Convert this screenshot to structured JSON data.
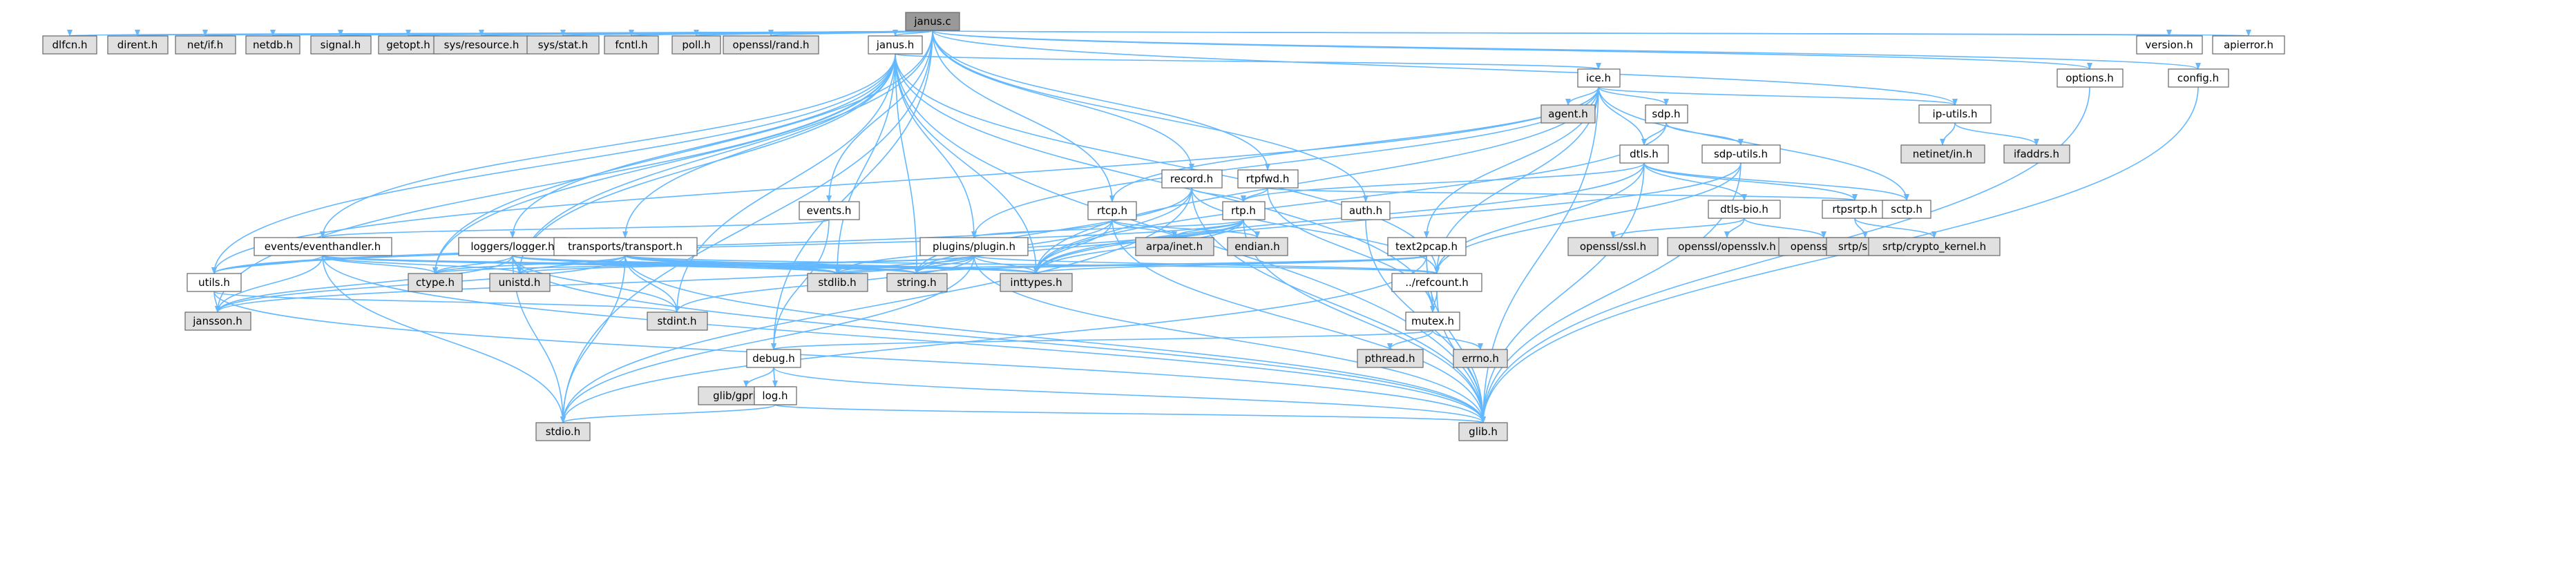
{
  "colors": {
    "edge": "#63b8ff",
    "root_fill": "#999999",
    "system_fill": "#e0e0e0",
    "local_fill": "#ffffff",
    "border": "#666666"
  },
  "nodes": [
    {
      "id": "janus_c",
      "label": "janus.c",
      "kind": "root"
    },
    {
      "id": "dlfcn_h",
      "label": "dlfcn.h",
      "kind": "system"
    },
    {
      "id": "dirent_h",
      "label": "dirent.h",
      "kind": "system"
    },
    {
      "id": "net_if_h",
      "label": "net/if.h",
      "kind": "system"
    },
    {
      "id": "netdb_h",
      "label": "netdb.h",
      "kind": "system"
    },
    {
      "id": "signal_h",
      "label": "signal.h",
      "kind": "system"
    },
    {
      "id": "getopt_h",
      "label": "getopt.h",
      "kind": "system"
    },
    {
      "id": "sys_resource_h",
      "label": "sys/resource.h",
      "kind": "system"
    },
    {
      "id": "sys_stat_h",
      "label": "sys/stat.h",
      "kind": "system"
    },
    {
      "id": "fcntl_h",
      "label": "fcntl.h",
      "kind": "system"
    },
    {
      "id": "poll_h",
      "label": "poll.h",
      "kind": "system"
    },
    {
      "id": "openssl_rand_h",
      "label": "openssl/rand.h",
      "kind": "system"
    },
    {
      "id": "janus_h",
      "label": "janus.h",
      "kind": "local"
    },
    {
      "id": "version_h",
      "label": "version.h",
      "kind": "local"
    },
    {
      "id": "apierror_h",
      "label": "apierror.h",
      "kind": "local"
    },
    {
      "id": "options_h",
      "label": "options.h",
      "kind": "local"
    },
    {
      "id": "config_h",
      "label": "config.h",
      "kind": "local"
    },
    {
      "id": "ice_h",
      "label": "ice.h",
      "kind": "local"
    },
    {
      "id": "agent_h",
      "label": "agent.h",
      "kind": "system"
    },
    {
      "id": "sdp_h",
      "label": "sdp.h",
      "kind": "local"
    },
    {
      "id": "ip_utils_h",
      "label": "ip-utils.h",
      "kind": "local"
    },
    {
      "id": "netinet_in_h",
      "label": "netinet/in.h",
      "kind": "system"
    },
    {
      "id": "ifaddrs_h",
      "label": "ifaddrs.h",
      "kind": "system"
    },
    {
      "id": "dtls_h",
      "label": "dtls.h",
      "kind": "local"
    },
    {
      "id": "sdp_utils_h",
      "label": "sdp-utils.h",
      "kind": "local"
    },
    {
      "id": "record_h",
      "label": "record.h",
      "kind": "local"
    },
    {
      "id": "rtpfwd_h",
      "label": "rtpfwd.h",
      "kind": "local"
    },
    {
      "id": "rtp_h",
      "label": "rtp.h",
      "kind": "local"
    },
    {
      "id": "rtcp_h",
      "label": "rtcp.h",
      "kind": "local"
    },
    {
      "id": "dtls_bio_h",
      "label": "dtls-bio.h",
      "kind": "local"
    },
    {
      "id": "rtpsrtp_h",
      "label": "rtpsrtp.h",
      "kind": "local"
    },
    {
      "id": "sctp_h",
      "label": "sctp.h",
      "kind": "local"
    },
    {
      "id": "events_h",
      "label": "events.h",
      "kind": "local"
    },
    {
      "id": "auth_h",
      "label": "auth.h",
      "kind": "local"
    },
    {
      "id": "openssl_ssl_h",
      "label": "openssl/ssl.h",
      "kind": "system"
    },
    {
      "id": "openssl_opensslv_h",
      "label": "openssl/opensslv.h",
      "kind": "system"
    },
    {
      "id": "openssl_err_h",
      "label": "openssl/err.h",
      "kind": "system"
    },
    {
      "id": "srtp_srtp_h",
      "label": "srtp/srtp.h",
      "kind": "system"
    },
    {
      "id": "srtp_crypto_kernel_h",
      "label": "srtp/crypto_kernel.h",
      "kind": "system"
    },
    {
      "id": "events_eventhandler_h",
      "label": "events/eventhandler.h",
      "kind": "local"
    },
    {
      "id": "loggers_logger_h",
      "label": "loggers/logger.h",
      "kind": "local"
    },
    {
      "id": "transports_transport_h",
      "label": "transports/transport.h",
      "kind": "local"
    },
    {
      "id": "plugins_plugin_h",
      "label": "plugins/plugin.h",
      "kind": "local"
    },
    {
      "id": "arpa_inet_h",
      "label": "arpa/inet.h",
      "kind": "system"
    },
    {
      "id": "endian_h",
      "label": "endian.h",
      "kind": "system"
    },
    {
      "id": "text2pcap_h",
      "label": "text2pcap.h",
      "kind": "local"
    },
    {
      "id": "utils_h",
      "label": "utils.h",
      "kind": "local"
    },
    {
      "id": "ctype_h",
      "label": "ctype.h",
      "kind": "system"
    },
    {
      "id": "unistd_h",
      "label": "unistd.h",
      "kind": "system"
    },
    {
      "id": "stdlib_h",
      "label": "stdlib.h",
      "kind": "system"
    },
    {
      "id": "string_h",
      "label": "string.h",
      "kind": "system"
    },
    {
      "id": "inttypes_h",
      "label": "inttypes.h",
      "kind": "system"
    },
    {
      "id": "refcount_h",
      "label": "../refcount.h",
      "kind": "local"
    },
    {
      "id": "jansson_h",
      "label": "jansson.h",
      "kind": "system"
    },
    {
      "id": "stdint_h",
      "label": "stdint.h",
      "kind": "system"
    },
    {
      "id": "mutex_h",
      "label": "mutex.h",
      "kind": "local"
    },
    {
      "id": "debug_h",
      "label": "debug.h",
      "kind": "local"
    },
    {
      "id": "pthread_h",
      "label": "pthread.h",
      "kind": "system"
    },
    {
      "id": "errno_h",
      "label": "errno.h",
      "kind": "system"
    },
    {
      "id": "glib_gprintf_h",
      "label": "glib/gprintf.h",
      "kind": "system"
    },
    {
      "id": "log_h",
      "label": "log.h",
      "kind": "local"
    },
    {
      "id": "stdio_h",
      "label": "stdio.h",
      "kind": "system"
    },
    {
      "id": "glib_h",
      "label": "glib.h",
      "kind": "system"
    }
  ],
  "edges": [
    [
      "janus_c",
      "dlfcn_h"
    ],
    [
      "janus_c",
      "dirent_h"
    ],
    [
      "janus_c",
      "net_if_h"
    ],
    [
      "janus_c",
      "netdb_h"
    ],
    [
      "janus_c",
      "signal_h"
    ],
    [
      "janus_c",
      "getopt_h"
    ],
    [
      "janus_c",
      "sys_resource_h"
    ],
    [
      "janus_c",
      "sys_stat_h"
    ],
    [
      "janus_c",
      "fcntl_h"
    ],
    [
      "janus_c",
      "poll_h"
    ],
    [
      "janus_c",
      "openssl_rand_h"
    ],
    [
      "janus_c",
      "janus_h"
    ],
    [
      "janus_c",
      "version_h"
    ],
    [
      "janus_c",
      "apierror_h"
    ],
    [
      "janus_c",
      "options_h"
    ],
    [
      "janus_c",
      "config_h"
    ],
    [
      "janus_c",
      "ip_utils_h"
    ],
    [
      "janus_c",
      "record_h"
    ],
    [
      "janus_c",
      "rtpfwd_h"
    ],
    [
      "janus_c",
      "rtcp_h"
    ],
    [
      "janus_c",
      "events_h"
    ],
    [
      "janus_c",
      "auth_h"
    ],
    [
      "janus_c",
      "debug_h"
    ],
    [
      "janus_c",
      "ctype_h"
    ],
    [
      "janus_c",
      "unistd_h"
    ],
    [
      "janus_c",
      "stdio_h"
    ],
    [
      "janus_h",
      "ice_h"
    ],
    [
      "janus_h",
      "utils_h"
    ],
    [
      "janus_h",
      "events_eventhandler_h"
    ],
    [
      "janus_h",
      "loggers_logger_h"
    ],
    [
      "janus_h",
      "transports_transport_h"
    ],
    [
      "janus_h",
      "plugins_plugin_h"
    ],
    [
      "janus_h",
      "refcount_h"
    ],
    [
      "janus_h",
      "stdlib_h"
    ],
    [
      "janus_h",
      "string_h"
    ],
    [
      "janus_h",
      "inttypes_h"
    ],
    [
      "janus_h",
      "jansson_h"
    ],
    [
      "janus_h",
      "stdint_h"
    ],
    [
      "janus_h",
      "mutex_h"
    ],
    [
      "janus_h",
      "glib_h"
    ],
    [
      "janus_h",
      "ctype_h"
    ],
    [
      "janus_h",
      "unistd_h"
    ],
    [
      "options_h",
      "glib_h"
    ],
    [
      "config_h",
      "glib_h"
    ],
    [
      "ice_h",
      "agent_h"
    ],
    [
      "ice_h",
      "sdp_h"
    ],
    [
      "ice_h",
      "ip_utils_h"
    ],
    [
      "ice_h",
      "dtls_h"
    ],
    [
      "ice_h",
      "sctp_h"
    ],
    [
      "ice_h",
      "rtcp_h"
    ],
    [
      "ice_h",
      "text2pcap_h"
    ],
    [
      "ice_h",
      "plugins_plugin_h"
    ],
    [
      "ice_h",
      "utils_h"
    ],
    [
      "ice_h",
      "refcount_h"
    ],
    [
      "ice_h",
      "glib_h"
    ],
    [
      "ice_h",
      "inttypes_h"
    ],
    [
      "sdp_h",
      "dtls_h"
    ],
    [
      "sdp_h",
      "sdp_utils_h"
    ],
    [
      "sdp_h",
      "inttypes_h"
    ],
    [
      "ip_utils_h",
      "netinet_in_h"
    ],
    [
      "ip_utils_h",
      "ifaddrs_h"
    ],
    [
      "dtls_h",
      "rtp_h"
    ],
    [
      "dtls_h",
      "rtpsrtp_h"
    ],
    [
      "dtls_h",
      "dtls_bio_h"
    ],
    [
      "dtls_h",
      "sctp_h"
    ],
    [
      "dtls_h",
      "inttypes_h"
    ],
    [
      "dtls_h",
      "glib_h"
    ],
    [
      "dtls_h",
      "refcount_h"
    ],
    [
      "sdp_utils_h",
      "refcount_h"
    ],
    [
      "sdp_utils_h",
      "inttypes_h"
    ],
    [
      "sdp_utils_h",
      "glib_h"
    ],
    [
      "record_h",
      "rtp_h"
    ],
    [
      "record_h",
      "stdio_h"
    ],
    [
      "record_h",
      "inttypes_h"
    ],
    [
      "record_h",
      "string_h"
    ],
    [
      "record_h",
      "glib_h"
    ],
    [
      "record_h",
      "refcount_h"
    ],
    [
      "rtpfwd_h",
      "rtp_h"
    ],
    [
      "rtpfwd_h",
      "rtpsrtp_h"
    ],
    [
      "rtpfwd_h",
      "mutex_h"
    ],
    [
      "rtp_h",
      "arpa_inet_h"
    ],
    [
      "rtp_h",
      "endian_h"
    ],
    [
      "rtp_h",
      "inttypes_h"
    ],
    [
      "rtp_h",
      "string_h"
    ],
    [
      "rtp_h",
      "glib_h"
    ],
    [
      "rtp_h",
      "plugins_plugin_h"
    ],
    [
      "rtp_h",
      "utils_h"
    ],
    [
      "rtp_h",
      "stdlib_h"
    ],
    [
      "rtcp_h",
      "arpa_inet_h"
    ],
    [
      "rtcp_h",
      "endian_h"
    ],
    [
      "rtcp_h",
      "inttypes_h"
    ],
    [
      "rtcp_h",
      "glib_h"
    ],
    [
      "rtcp_h",
      "string_h"
    ],
    [
      "rtcp_h",
      "utils_h"
    ],
    [
      "dtls_bio_h",
      "openssl_ssl_h"
    ],
    [
      "dtls_bio_h",
      "openssl_opensslv_h"
    ],
    [
      "dtls_bio_h",
      "openssl_err_h"
    ],
    [
      "rtpsrtp_h",
      "srtp_srtp_h"
    ],
    [
      "rtpsrtp_h",
      "srtp_crypto_kernel_h"
    ],
    [
      "events_h",
      "events_eventhandler_h"
    ],
    [
      "events_h",
      "debug_h"
    ],
    [
      "auth_h",
      "glib_h"
    ],
    [
      "events_eventhandler_h",
      "inttypes_h"
    ],
    [
      "events_eventhandler_h",
      "stdlib_h"
    ],
    [
      "events_eventhandler_h",
      "string_h"
    ],
    [
      "events_eventhandler_h",
      "ctype_h"
    ],
    [
      "events_eventhandler_h",
      "unistd_h"
    ],
    [
      "events_eventhandler_h",
      "jansson_h"
    ],
    [
      "events_eventhandler_h",
      "utils_h"
    ],
    [
      "events_eventhandler_h",
      "glib_h"
    ],
    [
      "events_eventhandler_h",
      "stdio_h"
    ],
    [
      "loggers_logger_h",
      "inttypes_h"
    ],
    [
      "loggers_logger_h",
      "stdlib_h"
    ],
    [
      "loggers_logger_h",
      "string_h"
    ],
    [
      "loggers_logger_h",
      "ctype_h"
    ],
    [
      "loggers_logger_h",
      "unistd_h"
    ],
    [
      "loggers_logger_h",
      "stdint_h"
    ],
    [
      "loggers_logger_h",
      "jansson_h"
    ],
    [
      "loggers_logger_h",
      "glib_h"
    ],
    [
      "loggers_logger_h",
      "stdio_h"
    ],
    [
      "transports_transport_h",
      "inttypes_h"
    ],
    [
      "transports_transport_h",
      "stdlib_h"
    ],
    [
      "transports_transport_h",
      "string_h"
    ],
    [
      "transports_transport_h",
      "ctype_h"
    ],
    [
      "transports_transport_h",
      "unistd_h"
    ],
    [
      "transports_transport_h",
      "stdint_h"
    ],
    [
      "transports_transport_h",
      "jansson_h"
    ],
    [
      "transports_transport_h",
      "glib_h"
    ],
    [
      "transports_transport_h",
      "stdio_h"
    ],
    [
      "transports_transport_h",
      "refcount_h"
    ],
    [
      "plugins_plugin_h",
      "stdlib_h"
    ],
    [
      "plugins_plugin_h",
      "stdint_h"
    ],
    [
      "plugins_plugin_h",
      "stdio_h"
    ],
    [
      "plugins_plugin_h",
      "string_h"
    ],
    [
      "plugins_plugin_h",
      "ctype_h"
    ],
    [
      "plugins_plugin_h",
      "unistd_h"
    ],
    [
      "plugins_plugin_h",
      "inttypes_h"
    ],
    [
      "plugins_plugin_h",
      "glib_h"
    ],
    [
      "plugins_plugin_h",
      "jansson_h"
    ],
    [
      "plugins_plugin_h",
      "refcount_h"
    ],
    [
      "text2pcap_h",
      "stdlib_h"
    ],
    [
      "text2pcap_h",
      "string_h"
    ],
    [
      "text2pcap_h",
      "stdio_h"
    ],
    [
      "text2pcap_h",
      "inttypes_h"
    ],
    [
      "text2pcap_h",
      "glib_h"
    ],
    [
      "text2pcap_h",
      "mutex_h"
    ],
    [
      "utils_h",
      "stdint_h"
    ],
    [
      "utils_h",
      "glib_h"
    ],
    [
      "utils_h",
      "jansson_h"
    ],
    [
      "refcount_h",
      "glib_h"
    ],
    [
      "refcount_h",
      "mutex_h"
    ],
    [
      "mutex_h",
      "pthread_h"
    ],
    [
      "mutex_h",
      "errno_h"
    ],
    [
      "mutex_h",
      "debug_h"
    ],
    [
      "debug_h",
      "glib_h"
    ],
    [
      "debug_h",
      "glib_gprintf_h"
    ],
    [
      "debug_h",
      "log_h"
    ],
    [
      "log_h",
      "stdio_h"
    ],
    [
      "log_h",
      "glib_h"
    ]
  ]
}
